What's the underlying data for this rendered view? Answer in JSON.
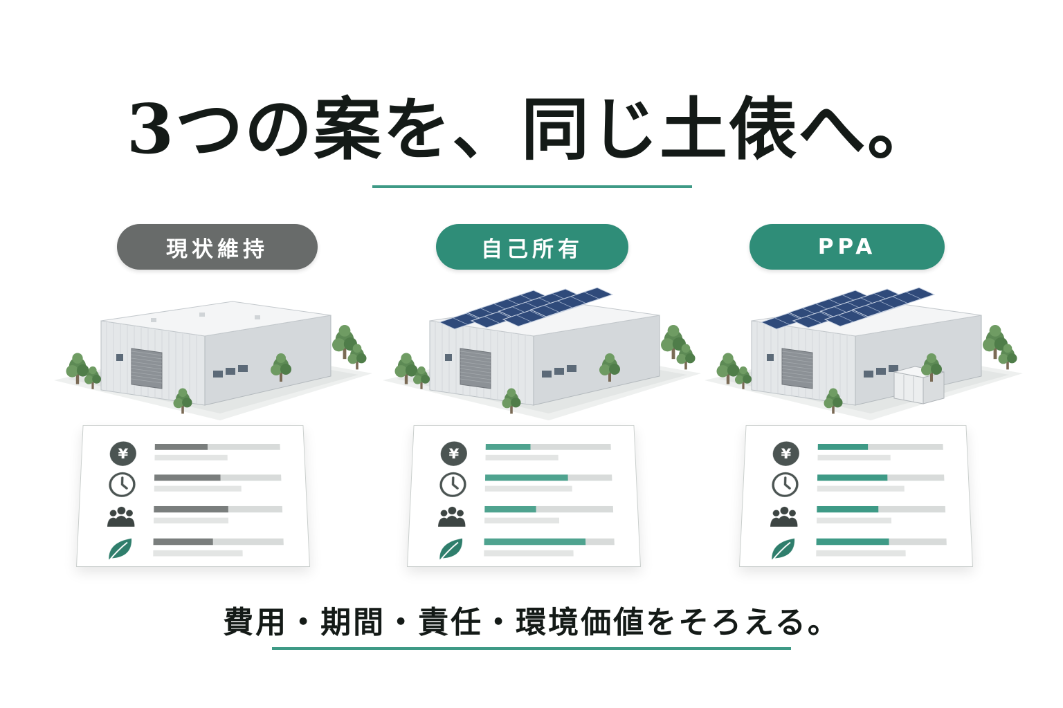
{
  "headline": "3つの案を、同じ土俵へ。",
  "tagline": "費用・期間・責任・環境価値をそろえる。",
  "colors": {
    "accent": "#3e9a86",
    "neutral": "#686b6a",
    "green_pill": "#2f8d78"
  },
  "options": [
    {
      "label": "現状維持",
      "pill_color": "#686b6a",
      "solar": false,
      "battery": false,
      "bar_color": "#7a7e7d",
      "metrics": [
        {
          "icon": "yen-icon",
          "level": 0.42
        },
        {
          "icon": "clock-icon",
          "level": 0.52
        },
        {
          "icon": "people-icon",
          "level": 0.58
        },
        {
          "icon": "leaf-icon",
          "level": 0.46
        }
      ]
    },
    {
      "label": "自己所有",
      "pill_color": "#2f8d78",
      "solar": true,
      "battery": false,
      "bar_color": "#4fa38f",
      "metrics": [
        {
          "icon": "yen-icon",
          "level": 0.36
        },
        {
          "icon": "clock-icon",
          "level": 0.65
        },
        {
          "icon": "people-icon",
          "level": 0.4
        },
        {
          "icon": "leaf-icon",
          "level": 0.78
        }
      ]
    },
    {
      "label": "PPA",
      "pill_color": "#2f8d78",
      "solar": true,
      "battery": true,
      "bar_color": "#3e9a86",
      "metrics": [
        {
          "icon": "yen-icon",
          "level": 0.4
        },
        {
          "icon": "clock-icon",
          "level": 0.55
        },
        {
          "icon": "people-icon",
          "level": 0.48
        },
        {
          "icon": "leaf-icon",
          "level": 0.56
        }
      ]
    }
  ]
}
